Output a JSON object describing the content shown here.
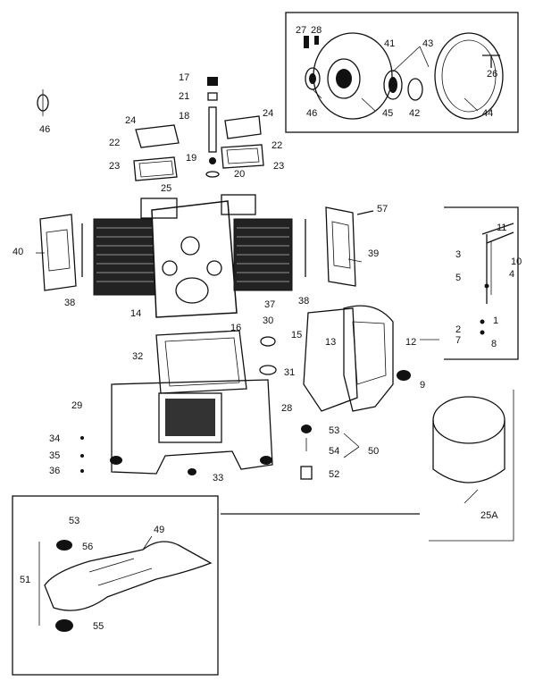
{
  "labels": {
    "p27": "27",
    "p28a": "28",
    "p41": "41",
    "p43": "43",
    "p26": "26",
    "p46a": "46",
    "p45": "45",
    "p42": "42",
    "p44": "44",
    "p46b": "46",
    "p17": "17",
    "p21": "21",
    "p18": "18",
    "p19": "19",
    "p20": "20",
    "p25": "25",
    "p24a": "24",
    "p22a": "22",
    "p23a": "23",
    "p24b": "24",
    "p22b": "22",
    "p23b": "23",
    "p57": "57",
    "p40": "40",
    "p39": "39",
    "p38a": "38",
    "p38b": "38",
    "p14": "14",
    "p37": "37",
    "p16": "16",
    "p30": "30",
    "p15": "15",
    "p13": "13",
    "p12": "12",
    "p31": "31",
    "p9": "9",
    "p32": "32",
    "p29": "29",
    "p28b": "28",
    "p34": "34",
    "p35": "35",
    "p36": "36",
    "p33": "33",
    "p53a": "53",
    "p54": "54",
    "p50": "50",
    "p52": "52",
    "p11": "11",
    "p3": "3",
    "p10": "10",
    "p5": "5",
    "p4": "4",
    "p2": "2",
    "p1": "1",
    "p7": "7",
    "p8": "8",
    "p25A": "25A",
    "p53b": "53",
    "p56": "56",
    "p49": "49",
    "p51": "51",
    "p55": "55"
  }
}
